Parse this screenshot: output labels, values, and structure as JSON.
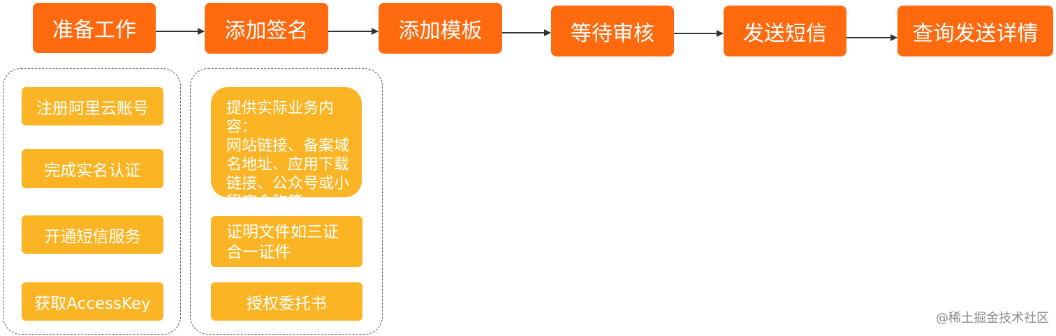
{
  "steps": [
    {
      "label": "准备工作"
    },
    {
      "label": "添加签名"
    },
    {
      "label": "添加模板"
    },
    {
      "label": "等待审核"
    },
    {
      "label": "发送短信"
    },
    {
      "label": "查询发送详情"
    }
  ],
  "prepare_items": [
    {
      "label": "注册阿里云账号"
    },
    {
      "label": "完成实名认证"
    },
    {
      "label": "开通短信服务"
    },
    {
      "label": "获取AccessKey"
    }
  ],
  "signature_items": [
    {
      "label": "提供实际业务内容：\n网站链接、备案域\n名地址、应用下载\n链接、公众号或小\n程序全称等"
    },
    {
      "label": "证明文件如三证\n合一证件"
    },
    {
      "label": "授权委托书"
    }
  ],
  "watermark": "@稀土掘金技术社区",
  "colors": {
    "step_fill": "#ff6a0e",
    "item_fill": "#fbb424",
    "arrow": "#333333",
    "group_border": "#555555"
  }
}
